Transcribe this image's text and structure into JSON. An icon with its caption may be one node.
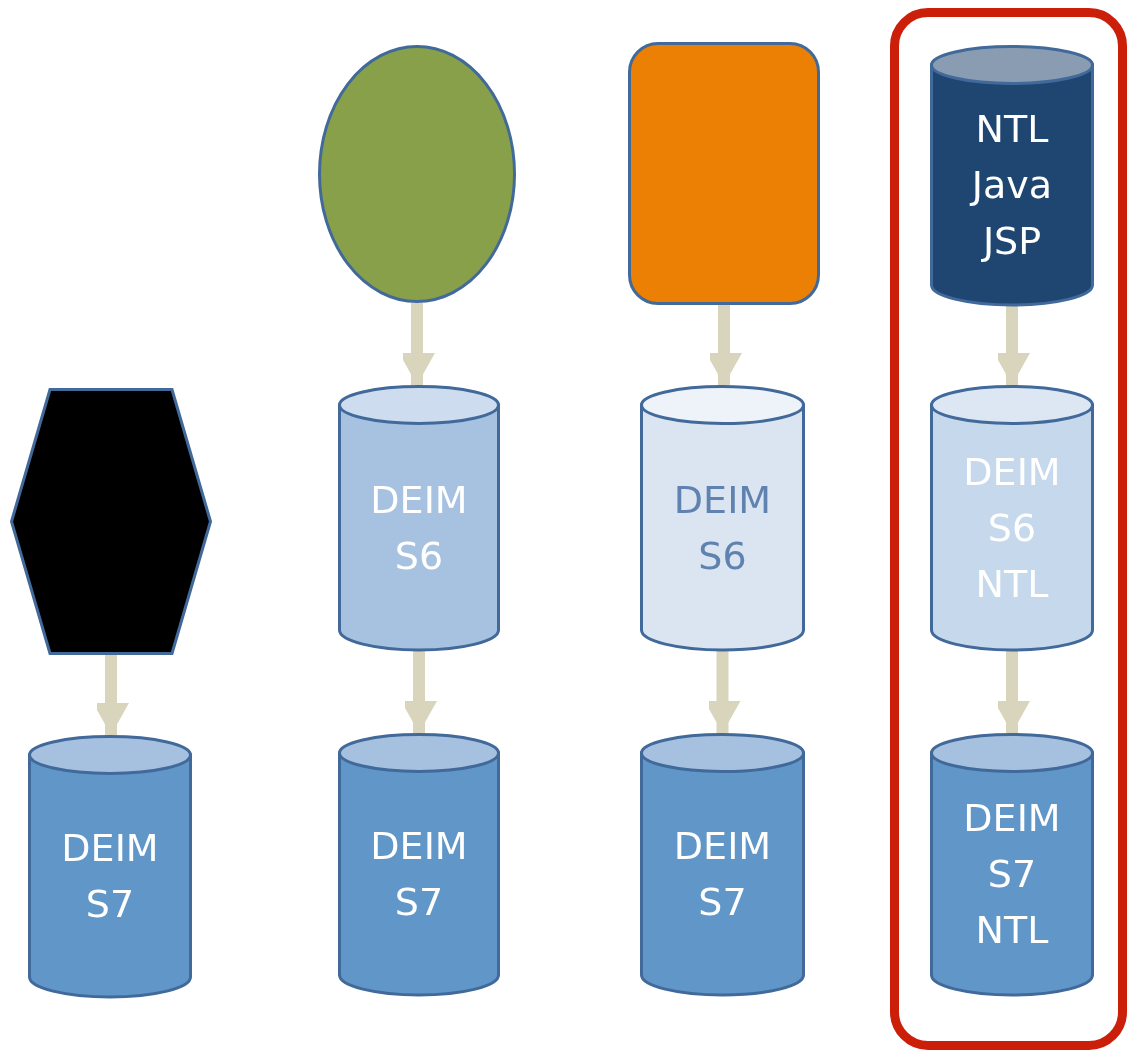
{
  "diagram": {
    "nodes": [
      {
        "text": [],
        "shape": "hexagon"
      },
      {
        "text": [
          "DEIM S7"
        ]
      },
      {
        "text": [],
        "shape": "ellipse"
      },
      {
        "text": [
          "DEIM S6"
        ]
      },
      {
        "text": [
          "DEIM S7"
        ]
      },
      {
        "text": [],
        "shape": "box"
      },
      {
        "text": [
          "DEIM S6"
        ]
      },
      {
        "text": [
          "DEIM S7"
        ]
      },
      {
        "text": [],
        "shape": "frame"
      },
      {
        "text": [
          "NTL Java JSP"
        ],
        "in": 8
      },
      {
        "text": [
          "DEIM S6 NTL"
        ],
        "in": 8
      },
      {
        "text": [
          "DEIM S7 NTL"
        ],
        "in": 8
      }
    ],
    "edges": [
      {
        "from": 0,
        "to": 1,
        "arrow": "to"
      },
      {
        "from": 2,
        "to": 3,
        "arrow": "to"
      },
      {
        "from": 3,
        "to": 4,
        "arrow": "to"
      },
      {
        "from": 5,
        "to": 6,
        "arrow": "to"
      },
      {
        "from": 6,
        "to": 7,
        "arrow": "to"
      },
      {
        "from": 9,
        "to": 10,
        "arrow": "to"
      },
      {
        "from": 10,
        "to": 11,
        "arrow": "to"
      }
    ]
  }
}
